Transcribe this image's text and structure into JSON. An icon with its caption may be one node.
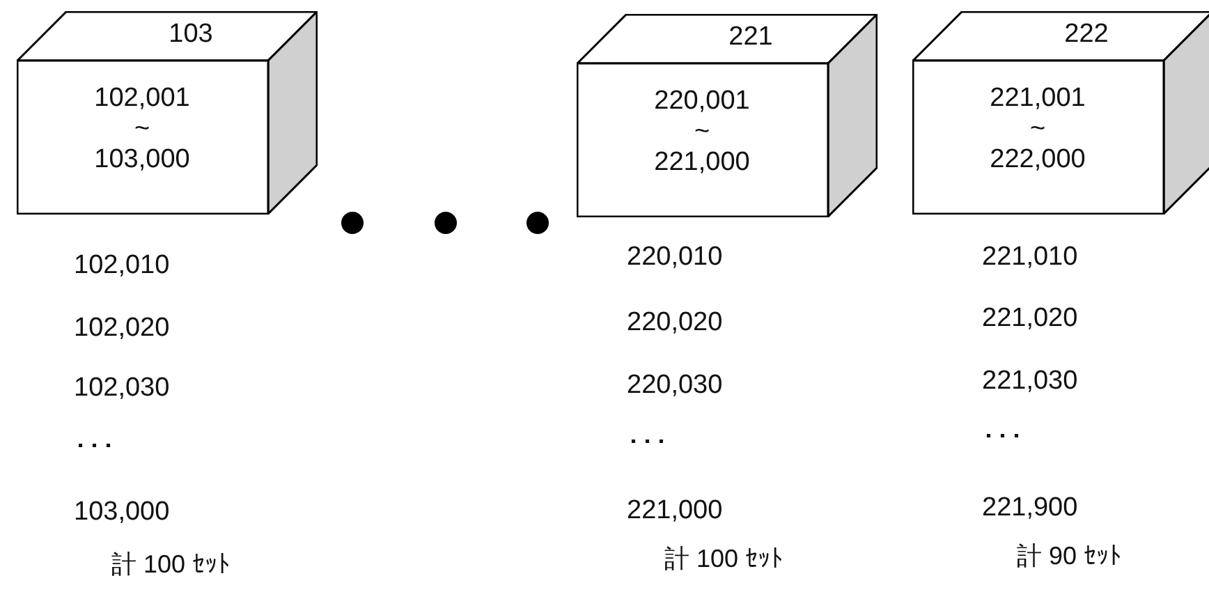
{
  "diagram": {
    "nodes": [
      {
        "text": [
          "103",
          "102,001 ~ 103,000"
        ],
        "beside": [
          "102,010",
          "102,020",
          "102,030",
          "･･･",
          "103,000",
          "計 100 ｾｯﾄ"
        ]
      },
      {
        "text": [
          "221",
          "220,001 ~ 221,000"
        ],
        "beside": [
          "220,010",
          "220,020",
          "220,030",
          "･･･",
          "221,000",
          "計 100 ｾｯﾄ"
        ]
      },
      {
        "text": [
          "222",
          "221,001 ~ 222,000"
        ],
        "beside": [
          "221,010",
          "221,020",
          "221,030",
          "･･･",
          "221,900",
          "計 90 ｾｯﾄ"
        ]
      }
    ]
  }
}
